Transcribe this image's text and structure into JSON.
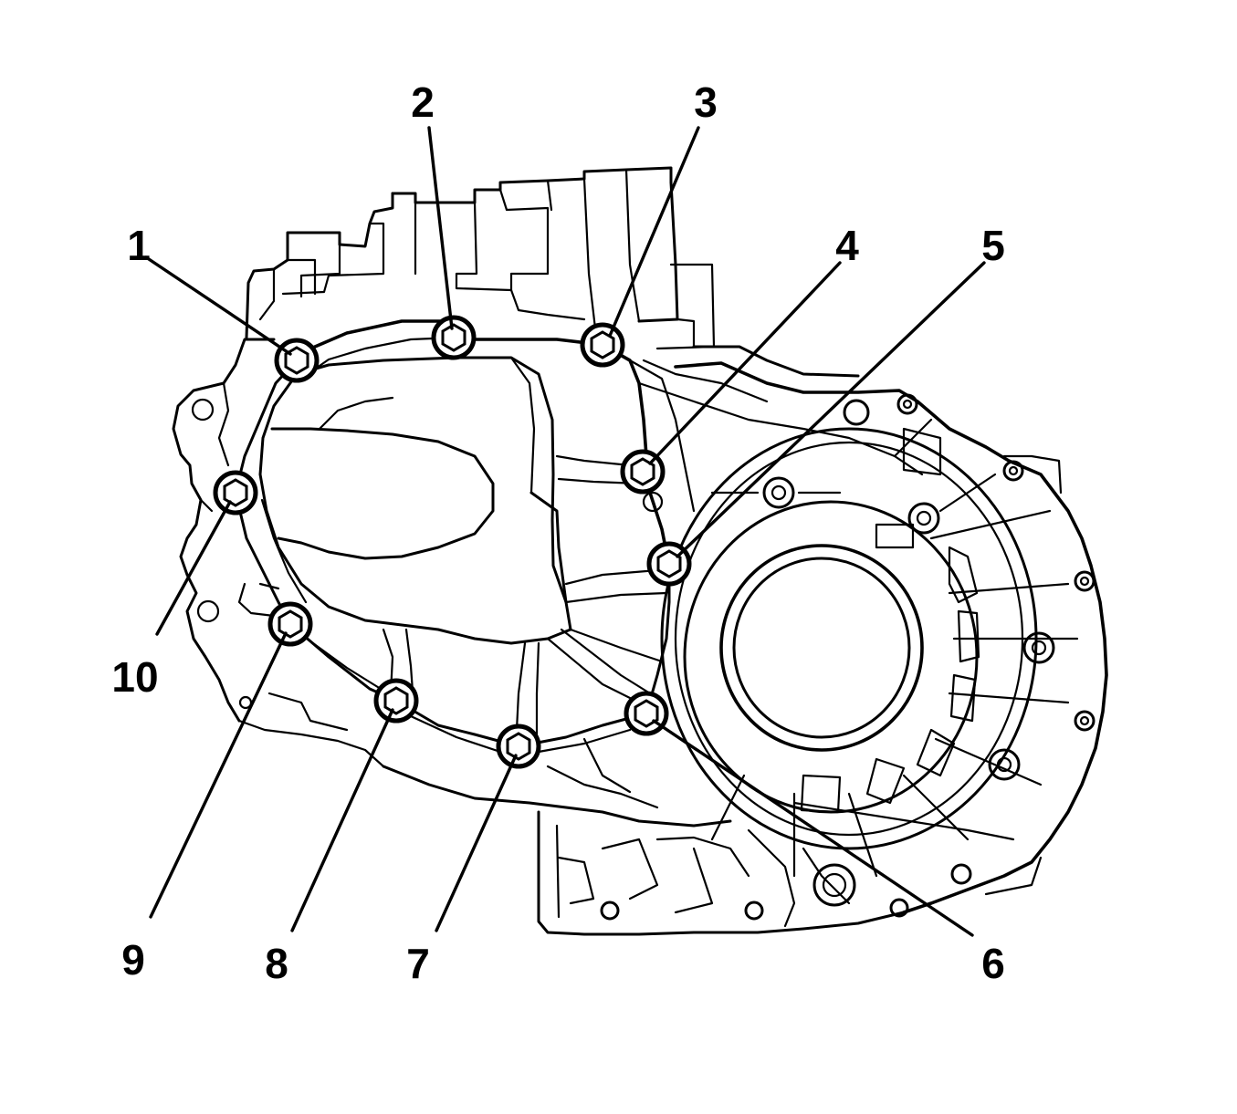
{
  "diagram": {
    "callouts": [
      {
        "label": "1"
      },
      {
        "label": "2"
      },
      {
        "label": "3"
      },
      {
        "label": "4"
      },
      {
        "label": "5"
      },
      {
        "label": "6"
      },
      {
        "label": "7"
      },
      {
        "label": "8"
      },
      {
        "label": "9"
      },
      {
        "label": "10"
      }
    ]
  },
  "colors": {
    "line": "#000000",
    "background": "#ffffff"
  },
  "icons": {
    "bolt": "bolt-icon"
  }
}
